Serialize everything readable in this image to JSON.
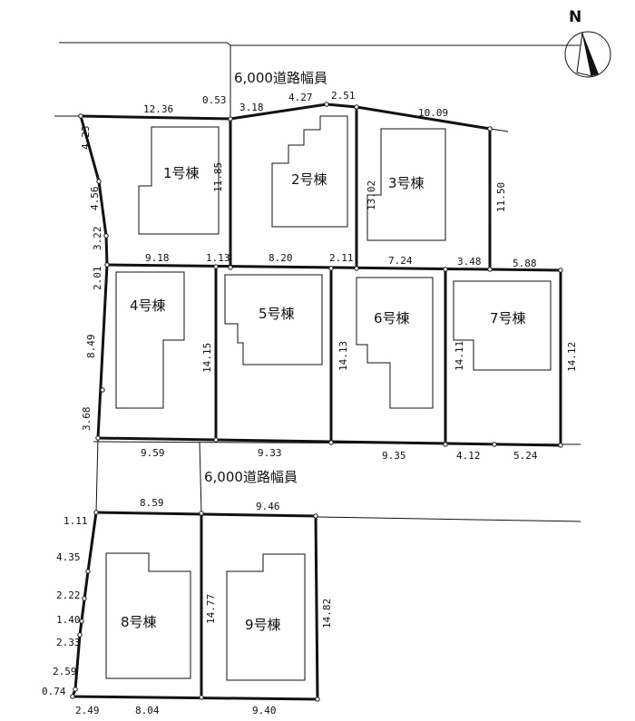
{
  "road_labels": [
    "6,000道路幅員",
    "6,000道路幅員"
  ],
  "compass": {
    "letter": "N",
    "icon": "north-arrow-icon"
  },
  "lots": [
    {
      "id": 1,
      "label": "1号棟"
    },
    {
      "id": 2,
      "label": "2号棟"
    },
    {
      "id": 3,
      "label": "3号棟"
    },
    {
      "id": 4,
      "label": "4号棟"
    },
    {
      "id": 5,
      "label": "5号棟"
    },
    {
      "id": 6,
      "label": "6号棟"
    },
    {
      "id": 7,
      "label": "7号棟"
    },
    {
      "id": 8,
      "label": "8号棟"
    },
    {
      "id": 9,
      "label": "9号棟"
    }
  ],
  "dimensions": [
    "12.36",
    "0.53",
    "3.18",
    "4.27",
    "2.51",
    "10.09",
    "4.23",
    "4.56",
    "3.22",
    "2.01",
    "11.85",
    "13.02",
    "11.50",
    "9.18",
    "1.13",
    "8.20",
    "2.11",
    "7.24",
    "3.48",
    "5.88",
    "8.49",
    "3.68",
    "14.15",
    "14.13",
    "14.11",
    "14.12",
    "9.59",
    "9.33",
    "9.35",
    "4.12",
    "5.24",
    "8.59",
    "9.46",
    "1.11",
    "4.35",
    "2.22",
    "1.40",
    "2.33",
    "2.59",
    "0.74",
    "14.77",
    "14.82",
    "2.49",
    "8.04",
    "9.40"
  ]
}
